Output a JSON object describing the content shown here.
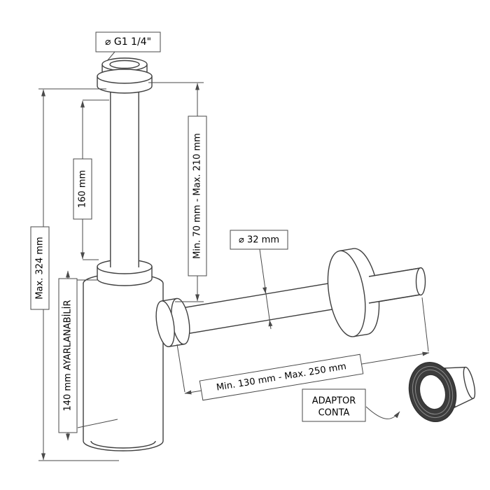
{
  "diagram": {
    "labels": {
      "thread_size": "⌀ G1 1/4\"",
      "pipe_length": "160 mm",
      "max_height": "Max. 324 mm",
      "vertical_adjust_range": "Min. 70 mm - Max. 210 mm",
      "body_adjustable": "140 mm AYARLANABİLİR",
      "pipe_diameter": "⌀ 32 mm",
      "horizontal_adjust_range": "Min. 130 mm - Max. 250 mm",
      "adaptor_label_line1": "ADAPTOR",
      "adaptor_label_line2": "CONTA"
    },
    "colors": {
      "outline": "#3f3f3f",
      "dimension": "#4a4a4a",
      "text": "#000000",
      "background": "#ffffff",
      "seal_dark": "#3c3c3c"
    }
  }
}
